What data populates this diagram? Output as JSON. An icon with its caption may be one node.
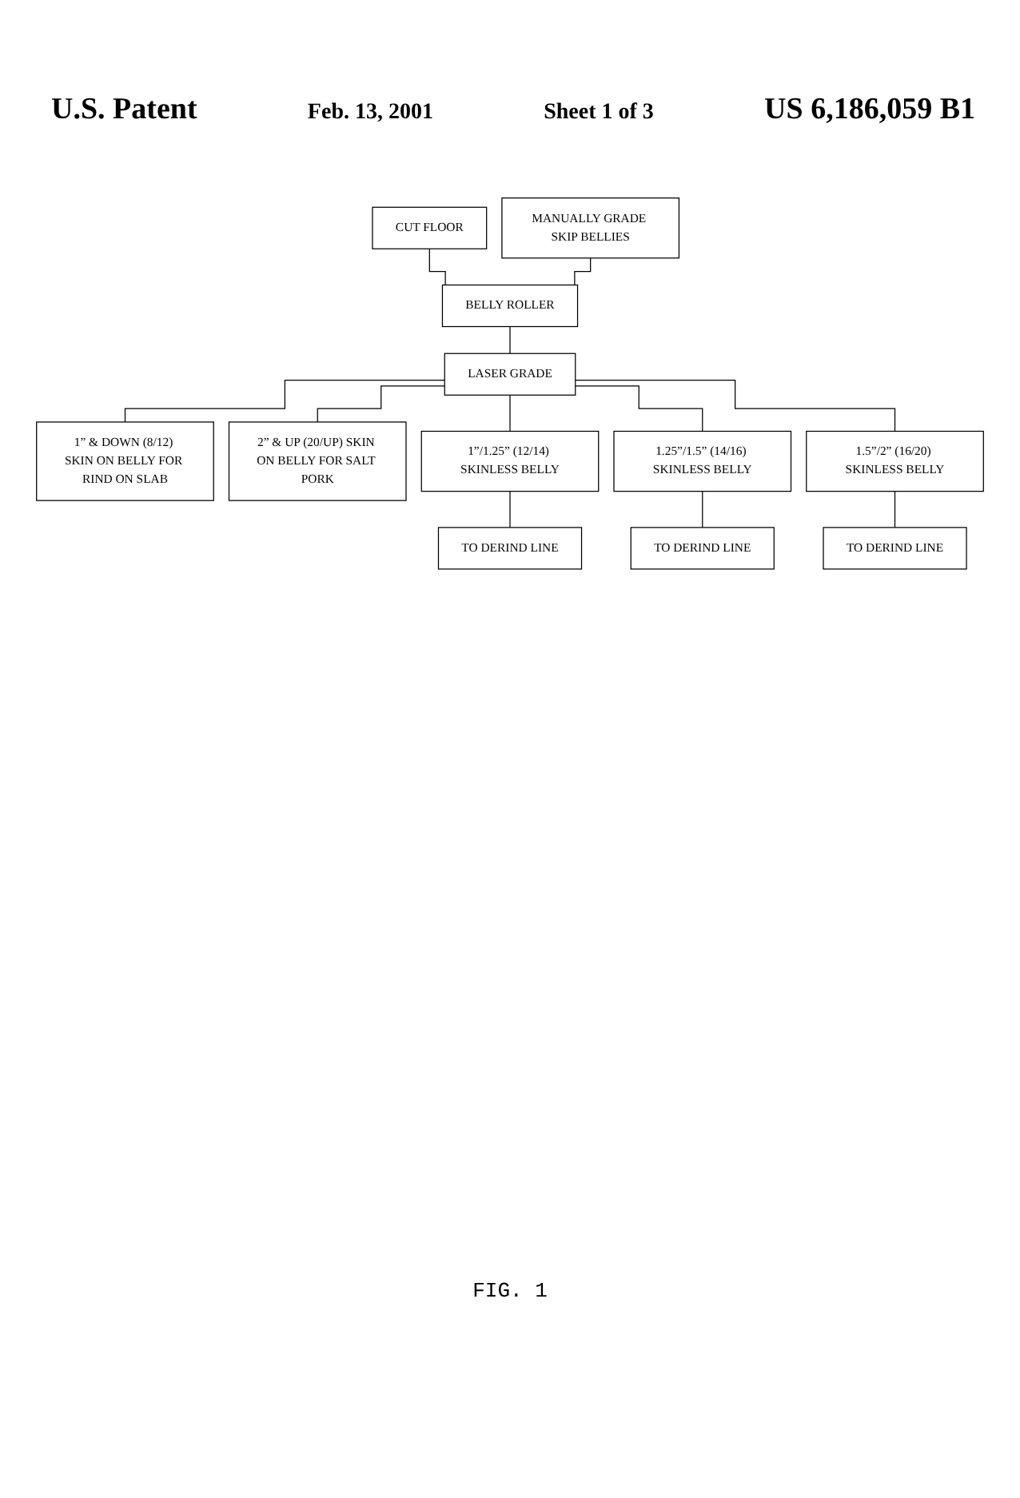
{
  "diagram": {
    "caption": "FIG. 1",
    "nodes": [
      {
        "text": [
          "CUT FLOOR"
        ]
      },
      {
        "text": [
          "MANUALLY GRADE SKIP BELLIES"
        ]
      },
      {
        "text": [
          "BELLY ROLLER"
        ]
      },
      {
        "text": [
          "LASER GRADE"
        ]
      },
      {
        "text": [
          "1” & DOWN (8/12) SKIN ON BELLY FOR RIND ON SLAB"
        ]
      },
      {
        "text": [
          "2” & UP (20/UP) SKIN ON BELLY FOR SALT PORK"
        ]
      },
      {
        "text": [
          "1”/1.25” (12/14) SKINLESS BELLY"
        ]
      },
      {
        "text": [
          "1.25”/1.5” (14/16) SKINLESS BELLY"
        ]
      },
      {
        "text": [
          "1.5”/2” (16/20) SKINLESS BELLY"
        ]
      },
      {
        "text": [
          "TO DERIND LINE"
        ]
      },
      {
        "text": [
          "TO DERIND LINE"
        ]
      },
      {
        "text": [
          "TO DERIND LINE"
        ]
      }
    ],
    "edges": [
      {
        "from": 0,
        "to": 2,
        "arrow": "none"
      },
      {
        "from": 1,
        "to": 2,
        "arrow": "none"
      },
      {
        "from": 2,
        "to": 3,
        "arrow": "none"
      },
      {
        "from": 3,
        "to": 4,
        "arrow": "none"
      },
      {
        "from": 3,
        "to": 5,
        "arrow": "none"
      },
      {
        "from": 3,
        "to": 6,
        "arrow": "none"
      },
      {
        "from": 3,
        "to": 7,
        "arrow": "none"
      },
      {
        "from": 3,
        "to": 8,
        "arrow": "none"
      },
      {
        "from": 6,
        "to": 9,
        "arrow": "none"
      },
      {
        "from": 7,
        "to": 10,
        "arrow": "none"
      },
      {
        "from": 8,
        "to": 11,
        "arrow": "none"
      }
    ],
    "labels": [
      "U.S. Patent",
      "Feb. 13, 2001",
      "Sheet 1 of 3",
      "US 6,186,059 B1"
    ]
  }
}
